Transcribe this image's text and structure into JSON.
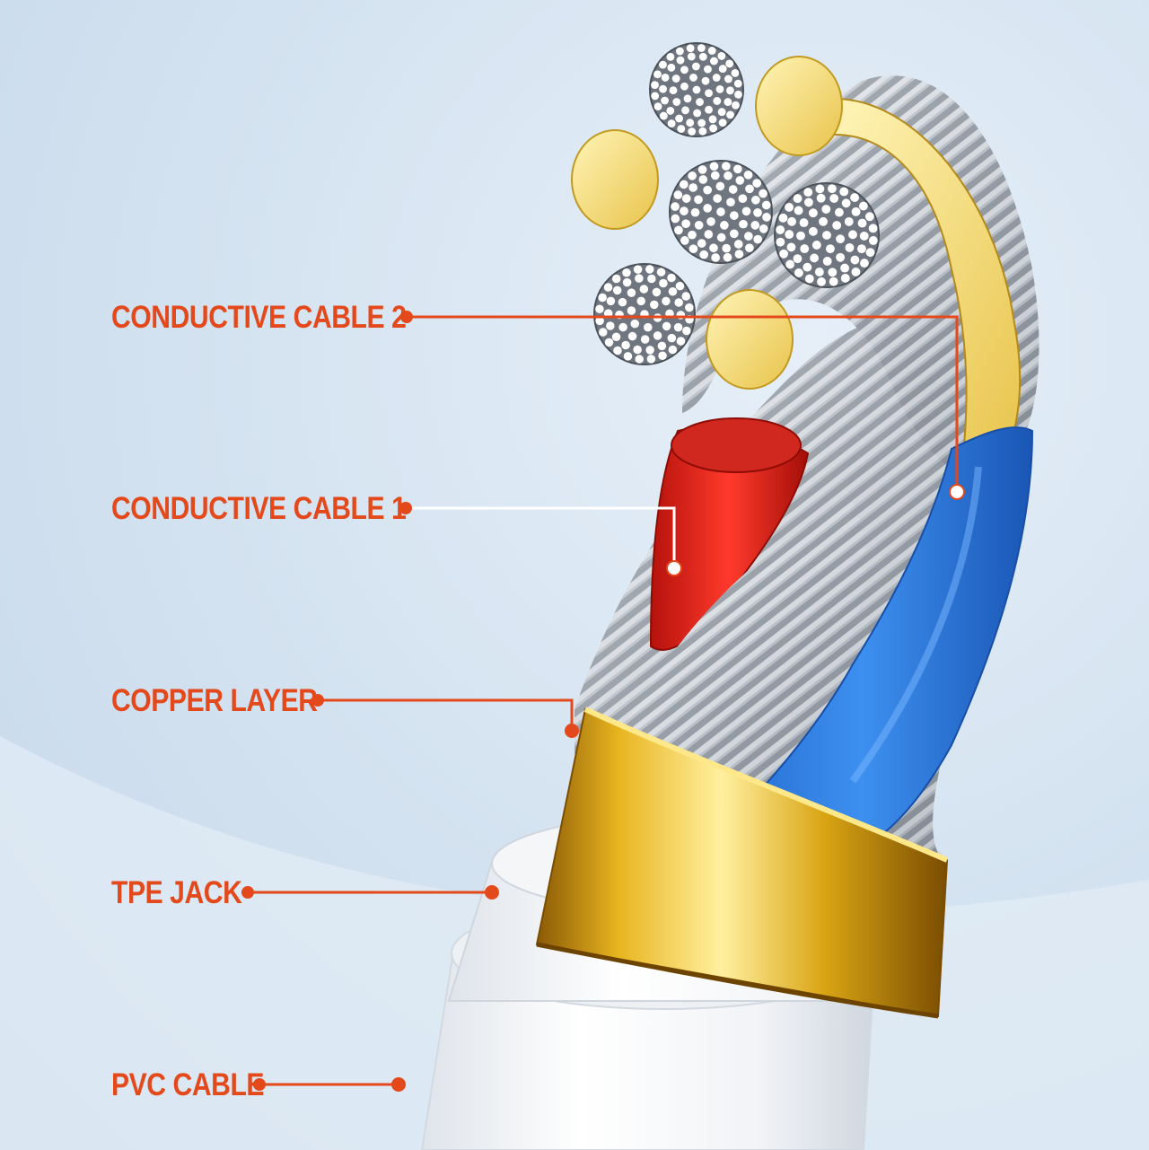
{
  "labels": [
    {
      "text": "CONDUCTIVE CABLE 2"
    },
    {
      "text": "CONDUCTIVE CABLE 1"
    },
    {
      "text": "COPPER LAYER"
    },
    {
      "text": "TPE JACK"
    },
    {
      "text": "PVC CABLE"
    }
  ],
  "colors": {
    "label": "#e4491c",
    "leader_orange": "#e4491c",
    "leader_white": "#ffffff",
    "jacket_white": "#f3f5f7",
    "copper_gold": "#d9a514",
    "wire_blue": "#2f82e6",
    "wire_red": "#e2241a",
    "wire_yellow": "#f6dc6a",
    "strand_silver": "#9aa0a8"
  }
}
